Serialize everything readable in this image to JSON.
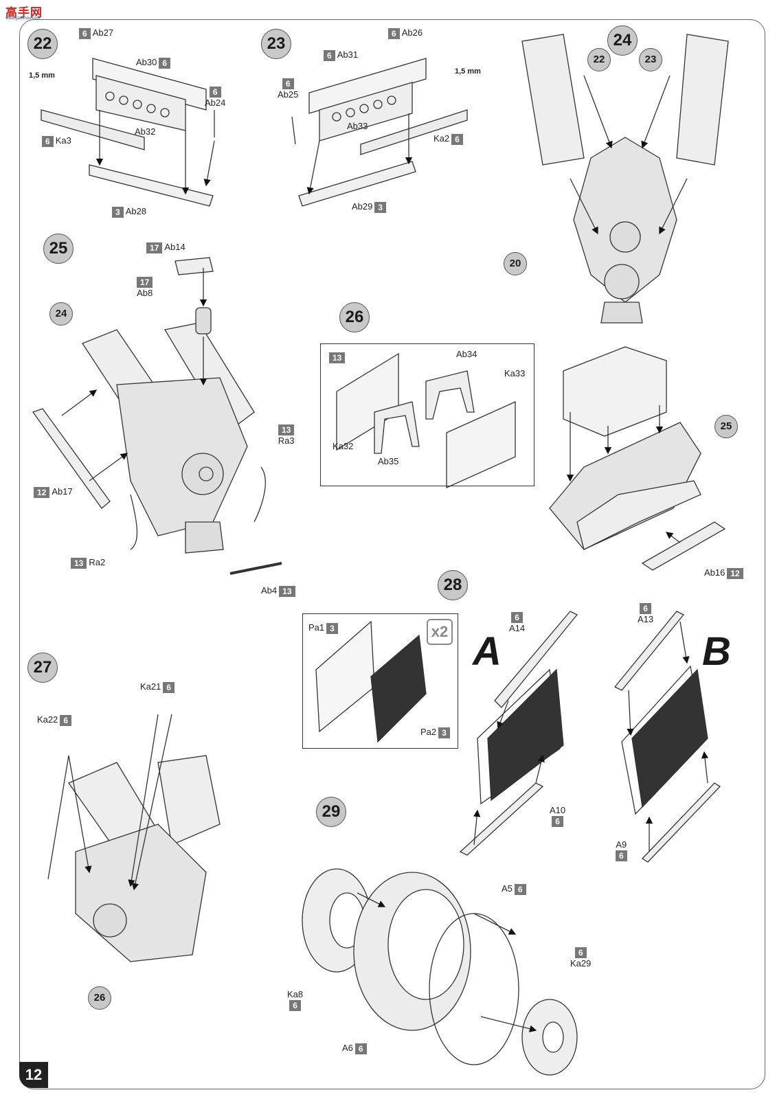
{
  "page_number": "12",
  "site_logo": {
    "text": "高手网",
    "small": "www.gaoshou.com"
  },
  "thickness_label": "1,5 mm",
  "multiplier": "x2",
  "variant_a": "A",
  "variant_b": "B",
  "steps": [
    {
      "num": "22"
    },
    {
      "num": "23"
    },
    {
      "num": "24"
    },
    {
      "num": "25"
    },
    {
      "num": "26"
    },
    {
      "num": "27"
    },
    {
      "num": "28"
    },
    {
      "num": "29"
    }
  ],
  "refs": {
    "s24_a": "22",
    "s24_b": "23",
    "s24_c": "20",
    "s25_a": "24",
    "s26_a": "25",
    "s27_a": "26"
  },
  "parts": {
    "ab27": {
      "num": "6",
      "name": "Ab27"
    },
    "ab30": {
      "num": "6",
      "name": "Ab30"
    },
    "ab24": {
      "num": "6",
      "name": "Ab24"
    },
    "ab32": {
      "num": "",
      "name": "Ab32"
    },
    "ka3": {
      "num": "6",
      "name": "Ka3"
    },
    "ab28": {
      "num": "3",
      "name": "Ab28"
    },
    "ab26": {
      "num": "6",
      "name": "Ab26"
    },
    "ab31": {
      "num": "6",
      "name": "Ab31"
    },
    "ab25": {
      "num": "6",
      "name": "Ab25"
    },
    "ab33": {
      "num": "",
      "name": "Ab33"
    },
    "ka2": {
      "num": "6",
      "name": "Ka2"
    },
    "ab29": {
      "num": "3",
      "name": "Ab29"
    },
    "ab14": {
      "num": "17",
      "name": "Ab14"
    },
    "ab8": {
      "num": "17",
      "name": "Ab8"
    },
    "ra3": {
      "num": "13",
      "name": "Ra3"
    },
    "ab17": {
      "num": "12",
      "name": "Ab17"
    },
    "ra2": {
      "num": "13",
      "name": "Ra2"
    },
    "ab4": {
      "num": "13",
      "name": "Ab4"
    },
    "frame26": {
      "num": "13"
    },
    "ab34": {
      "name": "Ab34"
    },
    "ka33": {
      "name": "Ka33"
    },
    "ka32": {
      "name": "Ka32"
    },
    "ab35": {
      "name": "Ab35"
    },
    "ab16": {
      "num": "12",
      "name": "Ab16"
    },
    "ka21": {
      "num": "6",
      "name": "Ka21"
    },
    "ka22": {
      "num": "6",
      "name": "Ka22"
    },
    "pa1": {
      "num": "3",
      "name": "Pa1"
    },
    "pa2": {
      "num": "3",
      "name": "Pa2"
    },
    "a14": {
      "num": "6",
      "name": "A14"
    },
    "a10": {
      "num": "6",
      "name": "A10"
    },
    "a13": {
      "num": "6",
      "name": "A13"
    },
    "a9": {
      "num": "6",
      "name": "A9"
    },
    "a5": {
      "num": "6",
      "name": "A5"
    },
    "ka29": {
      "num": "6",
      "name": "Ka29"
    },
    "ka8": {
      "num": "6",
      "name": "Ka8"
    },
    "a6": {
      "num": "6",
      "name": "A6"
    }
  }
}
